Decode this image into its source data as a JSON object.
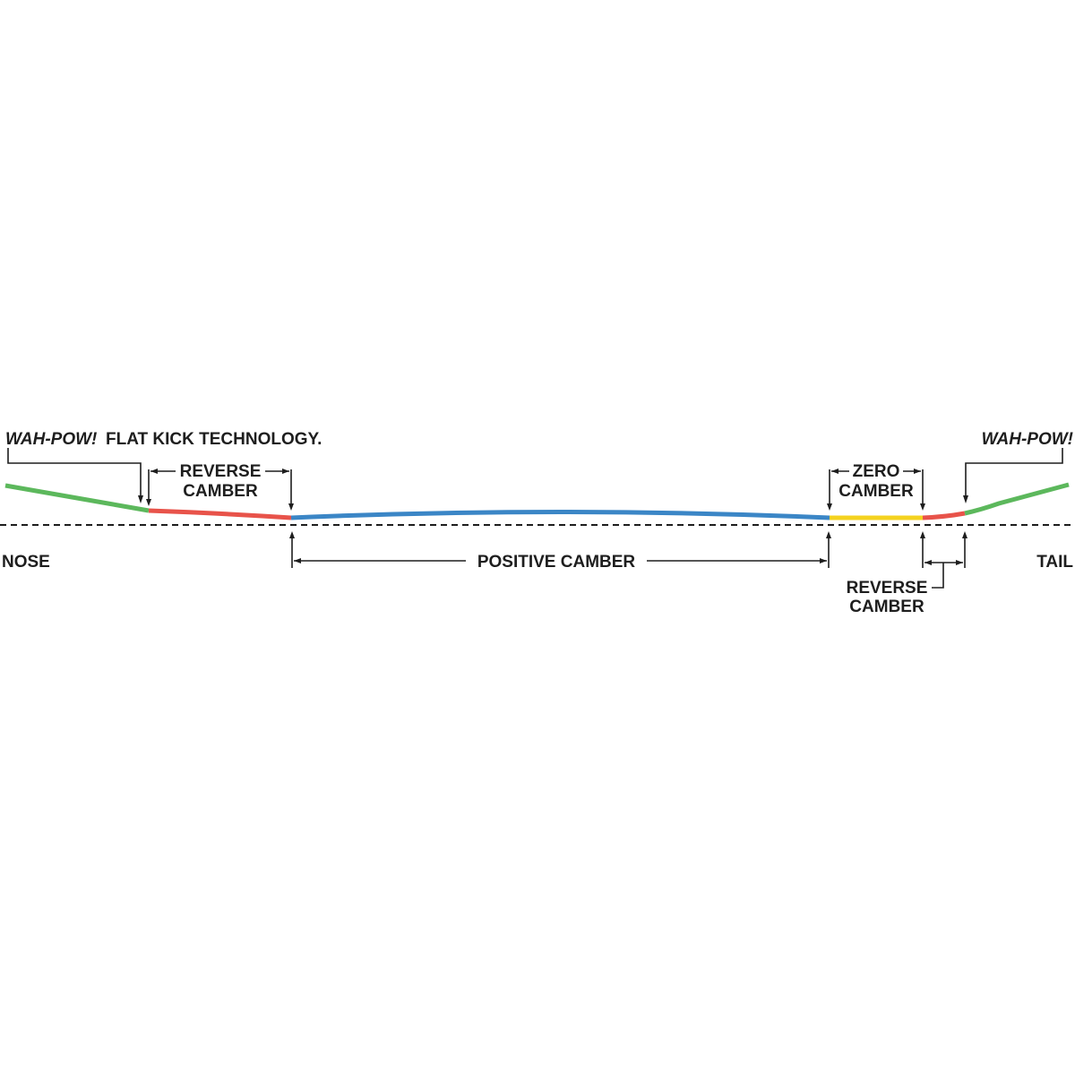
{
  "labels": {
    "wah_pow_nose": "WAH-POW!",
    "flat_kick": "FLAT KICK TECHNOLOGY.",
    "wah_pow_tail": "WAH-POW!",
    "reverse_camber_nose_1": "REVERSE",
    "reverse_camber_nose_2": "CAMBER",
    "zero_camber_1": "ZERO",
    "zero_camber_2": "CAMBER",
    "positive_camber": "POSITIVE CAMBER",
    "reverse_camber_tail_1": "REVERSE",
    "reverse_camber_tail_2": "CAMBER",
    "nose": "NOSE",
    "tail": "TAIL"
  },
  "colors": {
    "kick": "#5cb85c",
    "reverse_camber": "#e8534a",
    "positive_camber": "#3b86c6",
    "zero_camber": "#f4d21f",
    "ink": "#1e1e1e"
  }
}
